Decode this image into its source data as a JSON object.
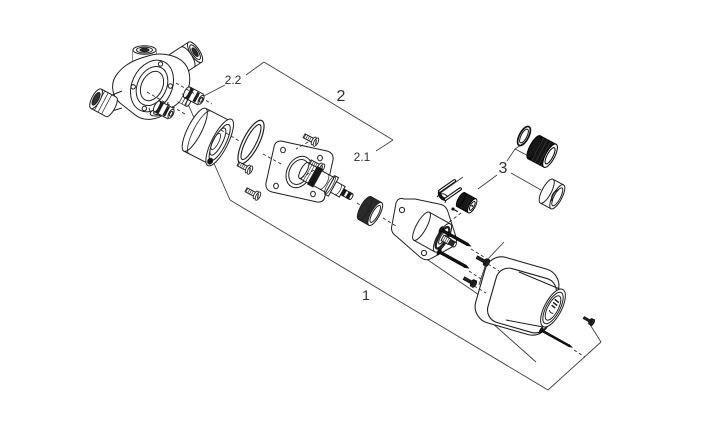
{
  "diagram": {
    "type": "exploded-parts-diagram",
    "labels": {
      "assembly_1": "1",
      "assembly_2": "2",
      "part_2_1": "2.1",
      "part_2_2": "2.2",
      "assembly_3": "3"
    },
    "colors": {
      "background": "#ffffff",
      "line": "#1f1f1f",
      "leader": "#3d3d3d",
      "dark_part": "#141414"
    },
    "parts": [
      "valve-body",
      "check-valve",
      "check-valve",
      "extension-housing",
      "o-ring-large",
      "mounting-flange",
      "flange-screw",
      "flange-screw",
      "flange-screw",
      "flange-screw",
      "cartridge",
      "stop-ring",
      "carrier-bracket",
      "retainer-clip",
      "adapter-knob",
      "set-screw",
      "o-ring-small",
      "knurled-cap",
      "locking-collar",
      "escutcheon",
      "handle-knob",
      "mounting-screw",
      "mounting-screw",
      "short-screw",
      "short-screw",
      "handle-screw-long",
      "handle-screw-short"
    ]
  }
}
